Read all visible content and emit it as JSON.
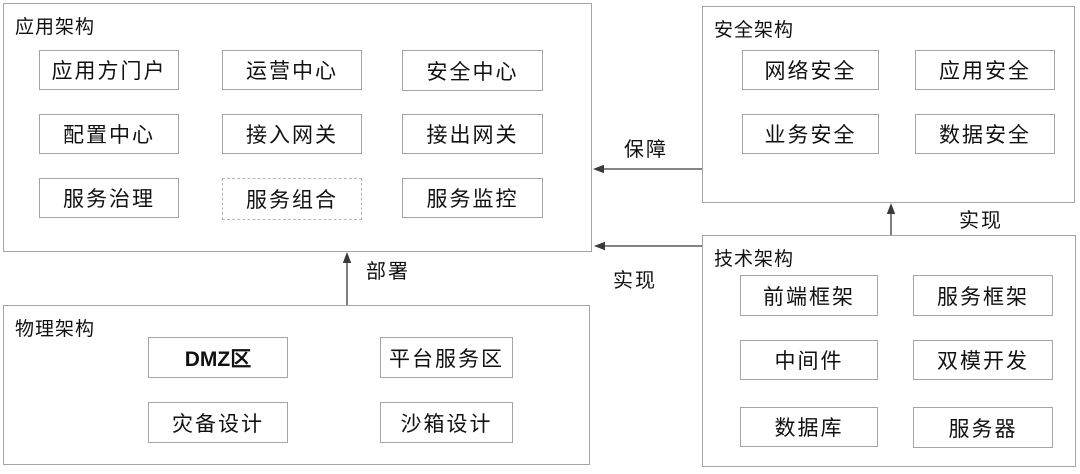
{
  "colors": {
    "background": "#ffffff",
    "border": "#a4a4a4",
    "dashed_border": "#b8b8b8",
    "text": "#111111",
    "arrow": "#3a3a3a"
  },
  "sections": {
    "application": {
      "title": "应用架构",
      "items": [
        "应用方门户",
        "运营中心",
        "安全中心",
        "配置中心",
        "接入网关",
        "接出网关",
        "服务治理",
        "服务组合",
        "服务监控"
      ]
    },
    "security": {
      "title": "安全架构",
      "items": [
        "网络安全",
        "应用安全",
        "业务安全",
        "数据安全"
      ]
    },
    "technology": {
      "title": "技术架构",
      "items": [
        "前端框架",
        "服务框架",
        "中间件",
        "双模开发",
        "数据库",
        "服务器"
      ]
    },
    "physical": {
      "title": "物理架构",
      "items": [
        "DMZ区",
        "平台服务区",
        "灾备设计",
        "沙箱设计"
      ]
    }
  },
  "edges": {
    "guarantee": {
      "label": "保障"
    },
    "realize_to_application": {
      "label": "实现"
    },
    "realize_to_security": {
      "label": "实现"
    },
    "deploy": {
      "label": "部署"
    }
  }
}
